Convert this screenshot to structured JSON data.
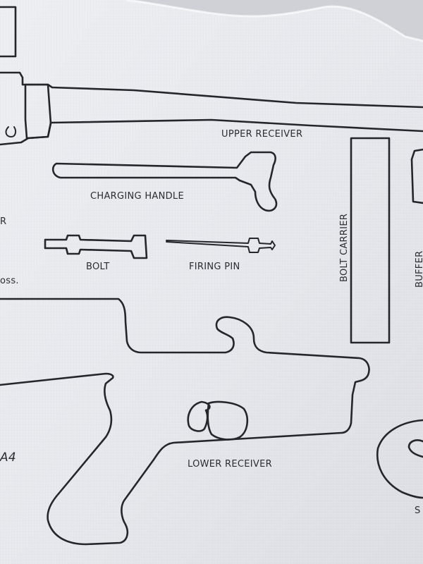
{
  "labels": {
    "upper_receiver": "UPPER RECEIVER",
    "charging_handle": "CHARGING HANDLE",
    "bolt": "BOLT",
    "firing_pin": "FIRING PIN",
    "bolt_carrier": "BOLT CARRIER",
    "buffer": "BUFFER",
    "lower_receiver": "LOWER RECEIVER",
    "left_edge_r": "R",
    "left_edge_oss": "oss.",
    "left_edge_a4": "A4",
    "bottom_right_s": "S"
  },
  "colors": {
    "fabric": "#e8e9ee",
    "background": "#d6d8dd",
    "ink": "#25262b"
  }
}
